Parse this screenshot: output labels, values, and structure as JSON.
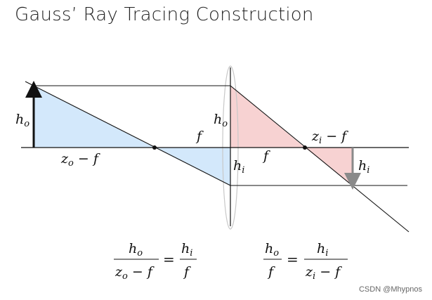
{
  "title": "Gauss’ Ray Tracing Construction",
  "watermark": "CSDN @Mhypnos",
  "labels": {
    "h_o_left": "h",
    "h_o_left_sub": "o",
    "z_o_minus_f": "z",
    "z_o_minus_f_sub": "o",
    "z_o_minus_f_rest": " − f",
    "f_left": "f",
    "h_o_lens": "h",
    "h_o_lens_sub": "o",
    "h_i_lens": "h",
    "h_i_lens_sub": "i",
    "f_right": "f",
    "z_i_minus_f": "z",
    "z_i_minus_f_sub": "i",
    "z_i_minus_f_rest": " − f",
    "h_i_right": "h",
    "h_i_right_sub": "i"
  },
  "equations": {
    "left": {
      "num_l": "h",
      "num_l_sub": "o",
      "den_l": "z",
      "den_l_sub": "o",
      "den_l_rest": " − f",
      "equals": "=",
      "num_r": "h",
      "num_r_sub": "i",
      "den_r": "f"
    },
    "right": {
      "num_l": "h",
      "num_l_sub": "o",
      "den_l": "f",
      "equals": "=",
      "num_r": "h",
      "num_r_sub": "i",
      "den_r": "z",
      "den_r_sub": "i",
      "den_r_rest": " − f"
    }
  },
  "colors": {
    "object_side_fill": "#d3e8fb",
    "image_side_fill": "#f7d2d2",
    "lens_outline": "#c8c8c8",
    "image_arrow": "#8a8a8a",
    "line": "#111111"
  }
}
